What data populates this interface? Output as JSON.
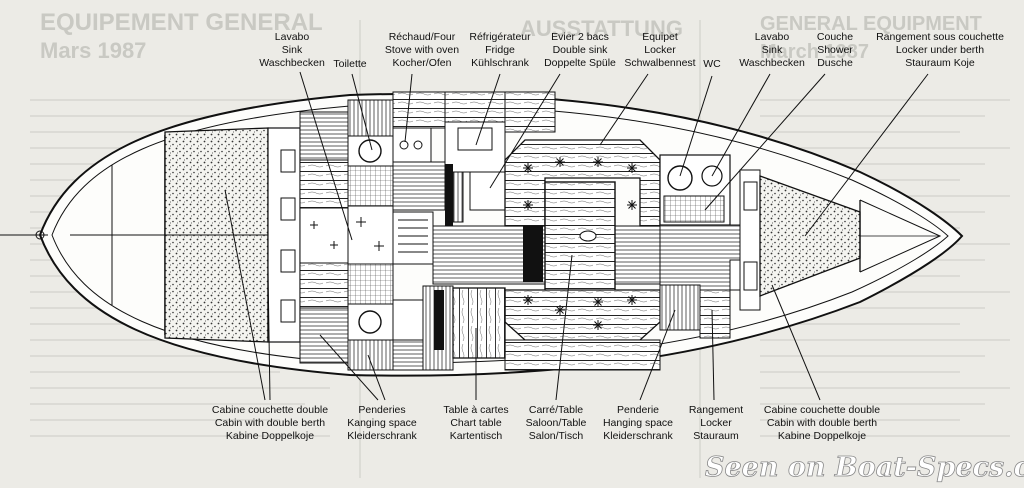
{
  "background_text": {
    "left_title": "EQUIPEMENT GENERAL",
    "left_date": "Mars 1987",
    "mid_title": "AUSSTATTUNG",
    "right_title": "GENERAL EQUIPMENT",
    "right_date": "March 1987"
  },
  "labels_top": [
    {
      "id": "lavabo-left",
      "lines": [
        "Lavabo",
        "Sink",
        "Waschbecken"
      ]
    },
    {
      "id": "toilette",
      "lines": [
        "Toilette"
      ]
    },
    {
      "id": "stove",
      "lines": [
        "Réchaud/Four",
        "Stove with oven",
        "Kocher/Ofen"
      ]
    },
    {
      "id": "fridge",
      "lines": [
        "Réfrigérateur",
        "Fridge",
        "Kühlschrank"
      ]
    },
    {
      "id": "double-sink",
      "lines": [
        "Evier 2 bacs",
        "Double sink",
        "Doppelte Spüle"
      ]
    },
    {
      "id": "locker-top",
      "lines": [
        "Equipet",
        "Locker",
        "Schwalbennest"
      ]
    },
    {
      "id": "wc",
      "lines": [
        "WC"
      ]
    },
    {
      "id": "lavabo-right",
      "lines": [
        "Lavabo",
        "Sink",
        "Waschbecken"
      ]
    },
    {
      "id": "shower",
      "lines": [
        "Couche",
        "Shower",
        "Dusche"
      ]
    },
    {
      "id": "locker-under-berth",
      "lines": [
        "Rangement sous couchette",
        "Locker under berth",
        "Stauraum Koje"
      ]
    }
  ],
  "labels_bottom": [
    {
      "id": "aft-cabin",
      "lines": [
        "Cabine couchette double",
        "Cabin with double berth",
        "Kabine Doppelkoje"
      ]
    },
    {
      "id": "hanging-space-left",
      "lines": [
        "Penderies",
        "Kanging space",
        "Kleiderschrank"
      ]
    },
    {
      "id": "chart-table",
      "lines": [
        "Table à cartes",
        "Chart table",
        "Kartentisch"
      ]
    },
    {
      "id": "saloon",
      "lines": [
        "Carré/Table",
        "Saloon/Table",
        "Salon/Tisch"
      ]
    },
    {
      "id": "hanging-space-right",
      "lines": [
        "Penderie",
        "Hanging space",
        "Kleiderschrank"
      ]
    },
    {
      "id": "locker-bottom",
      "lines": [
        "Rangement",
        "Locker",
        "Stauraum"
      ]
    },
    {
      "id": "fore-cabin",
      "lines": [
        "Cabine couchette double",
        "Cabin with double berth",
        "Kabine Doppelkoje"
      ]
    }
  ],
  "watermark": "Seen on Boat-Specs.com"
}
